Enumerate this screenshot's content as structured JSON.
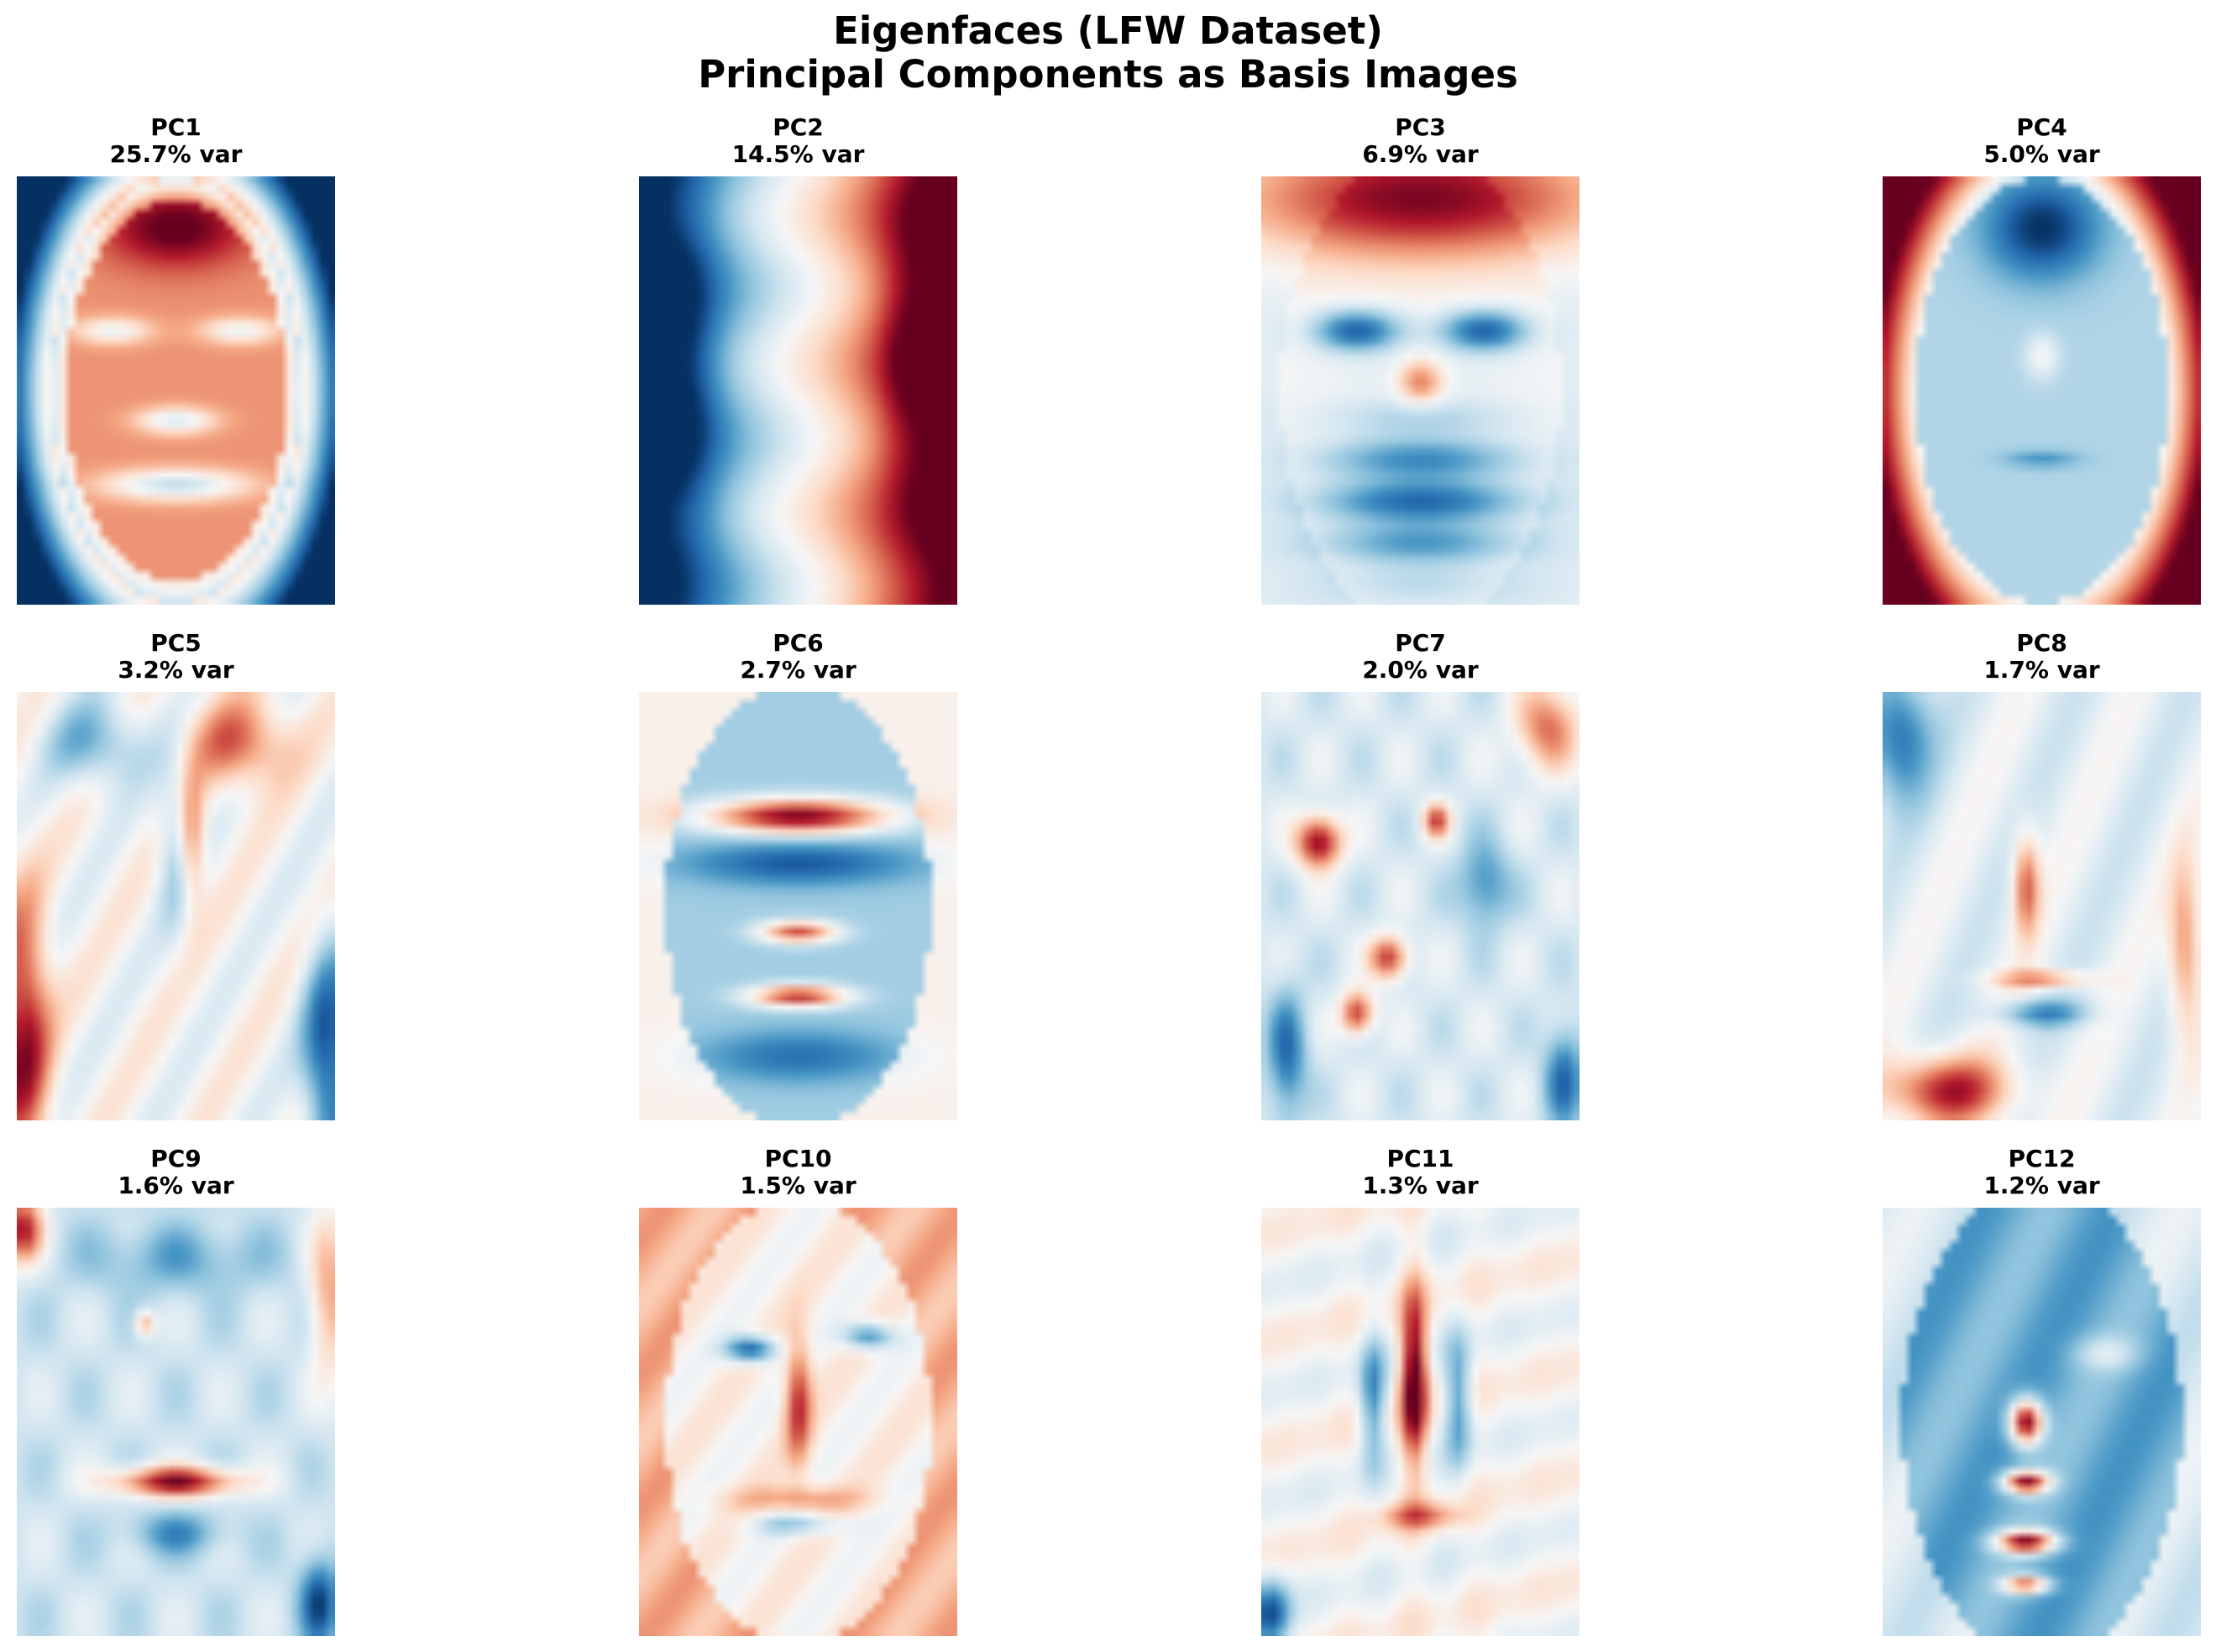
{
  "figure": {
    "title_line1": "Eigenfaces (LFW Dataset)",
    "title_line2": "Principal Components as Basis Images"
  },
  "colormap": {
    "name": "RdBu_r",
    "stops": [
      "#053061",
      "#2166ac",
      "#4393c3",
      "#92c5de",
      "#d1e5f0",
      "#f7f7f7",
      "#fddbc7",
      "#f4a582",
      "#d6604d",
      "#b2182b",
      "#67001f"
    ]
  },
  "panels": [
    {
      "name": "PC1",
      "variance": "25.7% var",
      "variance_pct": 25.7
    },
    {
      "name": "PC2",
      "variance": "14.5% var",
      "variance_pct": 14.5
    },
    {
      "name": "PC3",
      "variance": "6.9% var",
      "variance_pct": 6.9
    },
    {
      "name": "PC4",
      "variance": "5.0% var",
      "variance_pct": 5.0
    },
    {
      "name": "PC5",
      "variance": "3.2% var",
      "variance_pct": 3.2
    },
    {
      "name": "PC6",
      "variance": "2.7% var",
      "variance_pct": 2.7
    },
    {
      "name": "PC7",
      "variance": "2.0% var",
      "variance_pct": 2.0
    },
    {
      "name": "PC8",
      "variance": "1.7% var",
      "variance_pct": 1.7
    },
    {
      "name": "PC9",
      "variance": "1.6% var",
      "variance_pct": 1.6
    },
    {
      "name": "PC10",
      "variance": "1.5% var",
      "variance_pct": 1.5
    },
    {
      "name": "PC11",
      "variance": "1.3% var",
      "variance_pct": 1.3
    },
    {
      "name": "PC12",
      "variance": "1.2% var",
      "variance_pct": 1.2
    }
  ]
}
